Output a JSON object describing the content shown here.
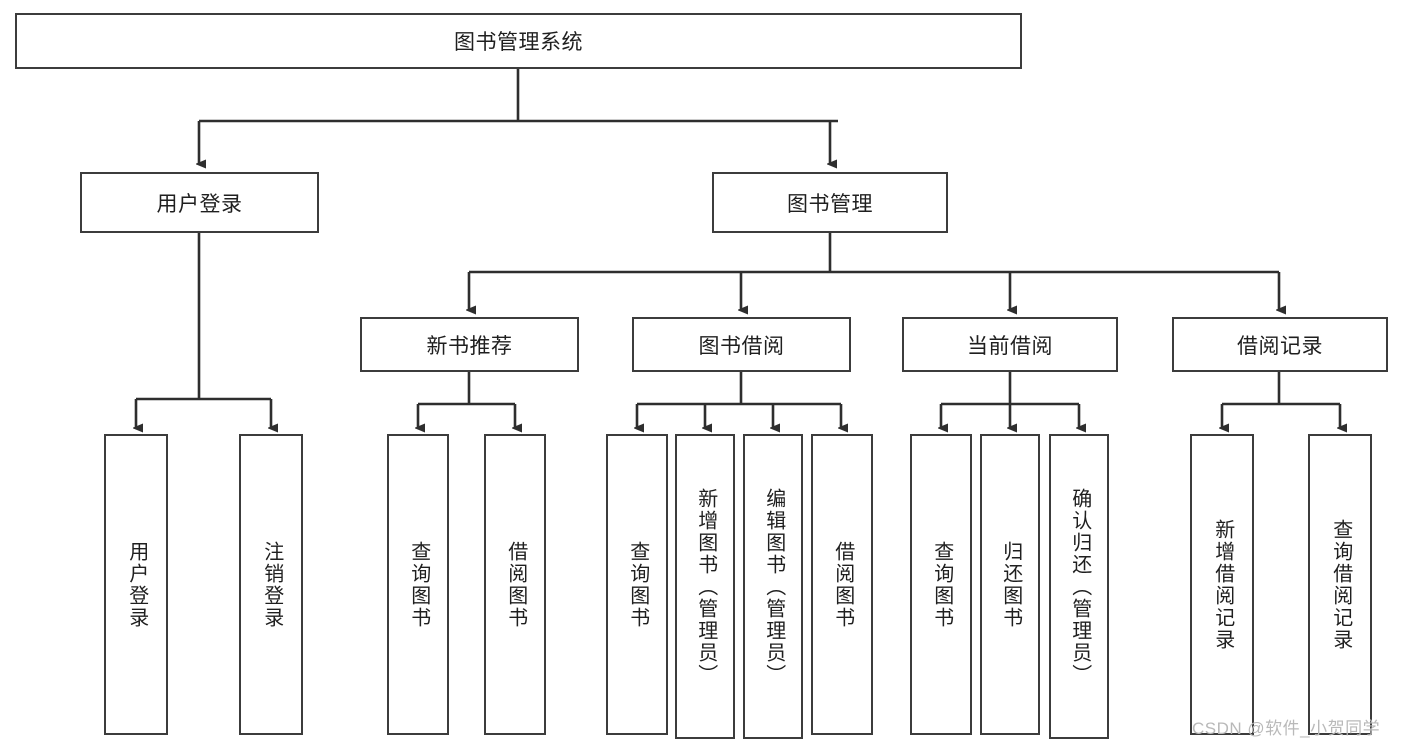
{
  "diagram": {
    "title_label": "图书管理系统",
    "root": {
      "label": "图书管理系统"
    },
    "level2": [
      {
        "label": "用户登录"
      },
      {
        "label": "图书管理"
      }
    ],
    "level3": [
      {
        "label": "新书推荐"
      },
      {
        "label": "图书借阅"
      },
      {
        "label": "当前借阅"
      },
      {
        "label": "借阅记录"
      }
    ],
    "leaves": {
      "user_login": [
        {
          "label": "用户登录"
        },
        {
          "label": "注销登录"
        }
      ],
      "new_book_recommend": [
        {
          "label": "查询图书"
        },
        {
          "label": "借阅图书"
        }
      ],
      "book_borrow": [
        {
          "label": "查询图书"
        },
        {
          "label": "新增图书（管理员）"
        },
        {
          "label": "编辑图书（管理员）"
        },
        {
          "label": "借阅图书"
        }
      ],
      "current_borrow": [
        {
          "label": "查询图书"
        },
        {
          "label": "归还图书"
        },
        {
          "label": "确认归还（管理员）"
        }
      ],
      "borrow_record": [
        {
          "label": "新增借阅记录"
        },
        {
          "label": "查询借阅记录"
        }
      ]
    }
  },
  "watermark": {
    "text": "CSDN @软件_小贺同学"
  },
  "colors": {
    "border": "#3c3c3c",
    "box_fill": "#ffffff",
    "text": "#1f1f1f",
    "watermark": "#b9b9b9",
    "background": "#ffffff"
  }
}
